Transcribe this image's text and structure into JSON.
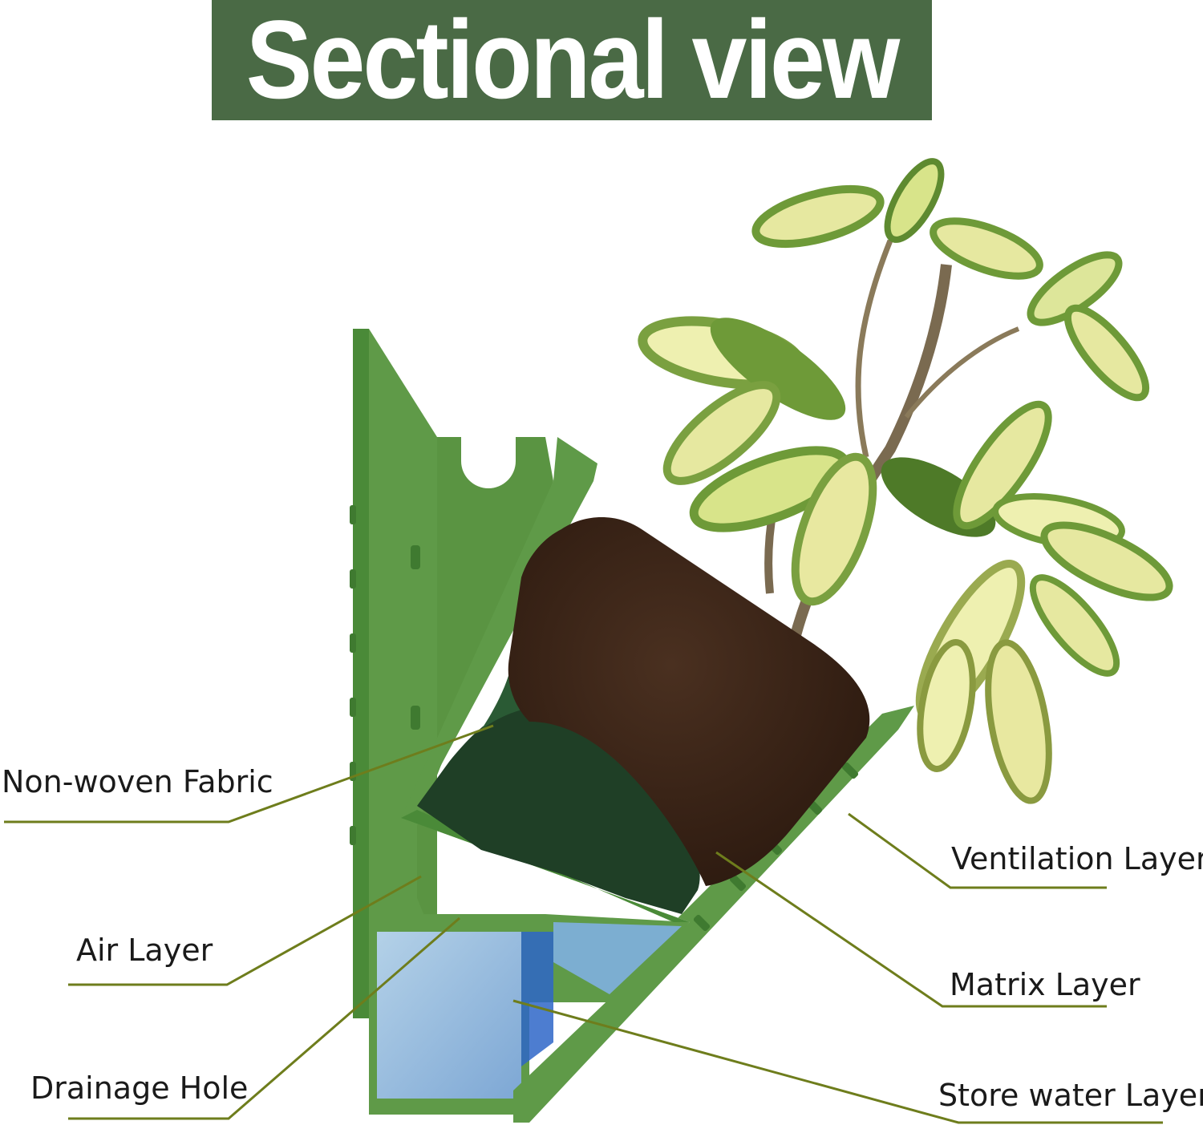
{
  "title": "Sectional view",
  "colors": {
    "banner": "#4a6a45",
    "pot_green": "#5f9a48",
    "pot_dark": "#3f7a30",
    "soil": "#3a2418",
    "fabric": "#1f3f26",
    "water": "#9fc3e8",
    "leader_line": "#6e7d1c",
    "leaf_green": "#6e9a38",
    "leaf_yellow": "#e8e8a0"
  },
  "labels": {
    "non_woven_fabric": "Non-woven Fabric",
    "air_layer": "Air Layer",
    "drainage_hole": "Drainage Hole",
    "ventilation_layer": "Ventilation Layer",
    "matrix_layer": "Matrix Layer",
    "store_water_layer": "Store water Layer"
  }
}
